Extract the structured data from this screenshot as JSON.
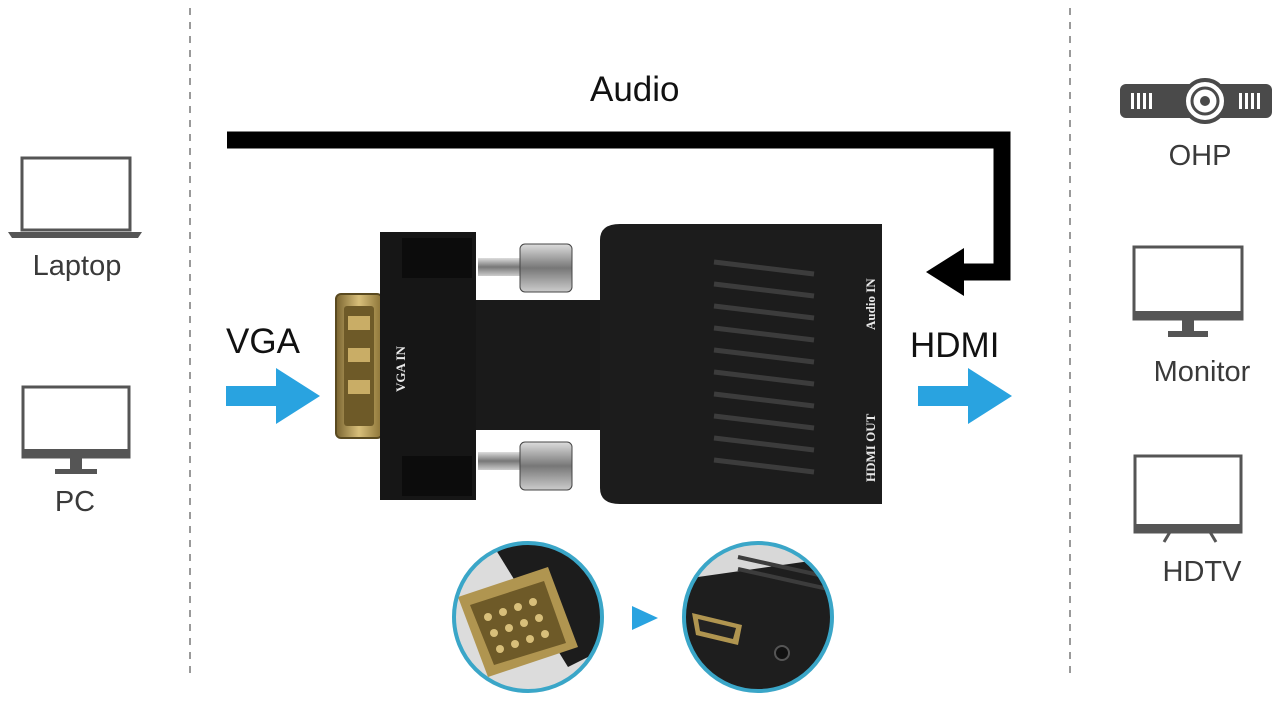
{
  "labels": {
    "audio": "Audio",
    "vga": "VGA",
    "hdmi": "HDMI"
  },
  "sources": [
    {
      "label": "Laptop",
      "icon": "laptop-icon"
    },
    {
      "label": "PC",
      "icon": "pc-monitor-icon"
    }
  ],
  "destinations": [
    {
      "label": "OHP",
      "icon": "projector-icon"
    },
    {
      "label": "Monitor",
      "icon": "monitor-icon"
    },
    {
      "label": "HDTV",
      "icon": "tv-icon"
    }
  ],
  "adapter": {
    "vga_port_label": "VGA IN",
    "audio_port_label": "Audio IN",
    "hdmi_port_label": "HDMI OUT"
  },
  "colors": {
    "arrow_blue": "#29a3e0",
    "adapter_body": "#1c1c1c",
    "gold": "#b89a4a",
    "lens_ring": "#3aa6c8"
  }
}
